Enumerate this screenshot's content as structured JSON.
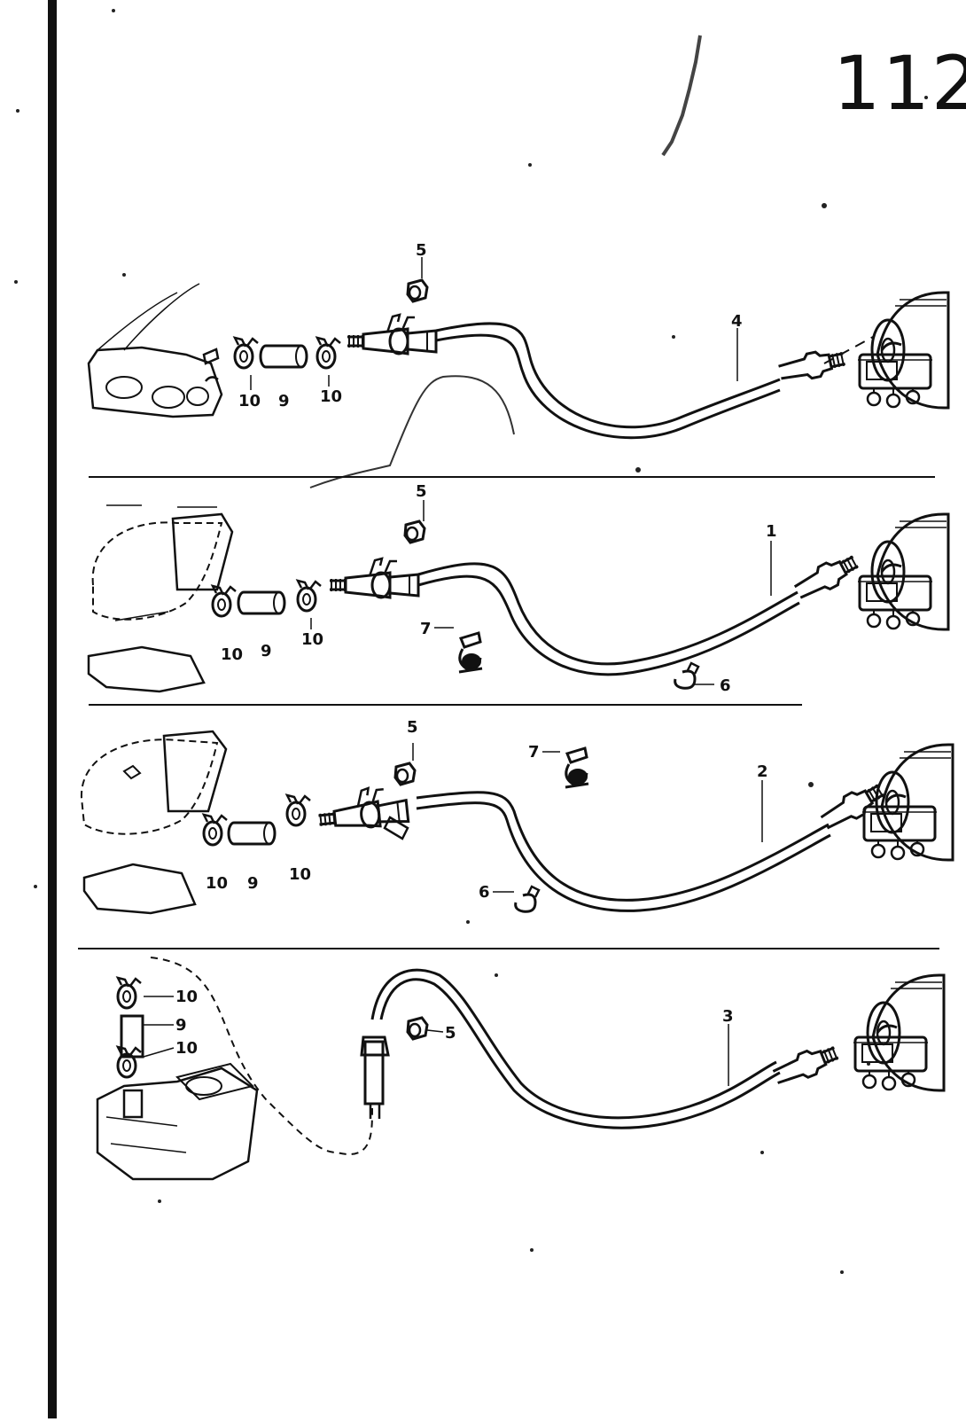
{
  "page": {
    "number": "112"
  },
  "diagram": {
    "panels": [
      {
        "id": "A",
        "callouts": [
          {
            "label": "5",
            "part": "cap"
          },
          {
            "label": "4",
            "part": "vacuum-hose"
          },
          {
            "label": "10",
            "part": "hose-clamp"
          },
          {
            "label": "9",
            "part": "hose-sleeve"
          },
          {
            "label": "10",
            "part": "hose-clamp"
          }
        ]
      },
      {
        "id": "B",
        "callouts": [
          {
            "label": "5",
            "part": "cap"
          },
          {
            "label": "1",
            "part": "vacuum-hose"
          },
          {
            "label": "7",
            "part": "hose-bracket"
          },
          {
            "label": "6",
            "part": "hose-clip"
          },
          {
            "label": "10",
            "part": "hose-clamp"
          },
          {
            "label": "9",
            "part": "hose-sleeve"
          },
          {
            "label": "10",
            "part": "hose-clamp"
          }
        ]
      },
      {
        "id": "C",
        "callouts": [
          {
            "label": "5",
            "part": "cap"
          },
          {
            "label": "2",
            "part": "vacuum-hose"
          },
          {
            "label": "7",
            "part": "hose-bracket"
          },
          {
            "label": "6",
            "part": "hose-clip"
          },
          {
            "label": "10",
            "part": "hose-clamp"
          },
          {
            "label": "9",
            "part": "hose-sleeve"
          },
          {
            "label": "10",
            "part": "hose-clamp"
          }
        ]
      },
      {
        "id": "D",
        "callouts": [
          {
            "label": "10",
            "part": "hose-clamp"
          },
          {
            "label": "9",
            "part": "hose-sleeve"
          },
          {
            "label": "10",
            "part": "hose-clamp"
          },
          {
            "label": "5",
            "part": "cap"
          },
          {
            "label": "3",
            "part": "vacuum-hose"
          }
        ]
      }
    ]
  }
}
